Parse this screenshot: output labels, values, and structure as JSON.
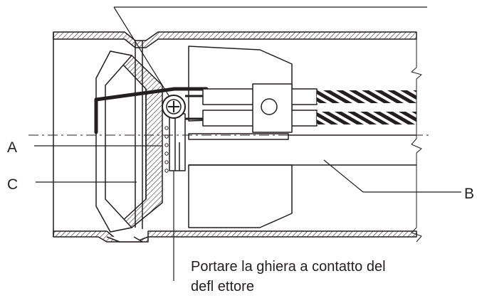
{
  "labels": {
    "a": "A",
    "c": "C",
    "b": "B"
  },
  "caption": {
    "line1": "Portare la ghiera a contatto del",
    "line2": "defl ettore"
  },
  "colors": {
    "stroke": "#231f20",
    "background": "#ffffff"
  }
}
